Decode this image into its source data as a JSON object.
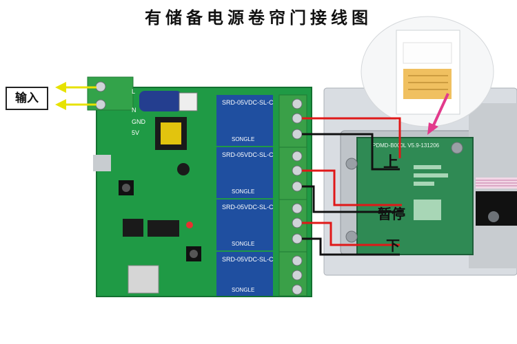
{
  "title": "有储备电源卷帘门接线图",
  "input_label": "输入",
  "terminal_labels": {
    "L": "L",
    "N": "N",
    "GND": "GND",
    "5V": "5V"
  },
  "relay_text": {
    "model": "SRD-05VDC-SL-C",
    "brand": "SONGLE"
  },
  "controller_model": "PDMD-B000L  V5.9-131206",
  "motor_labels": {
    "up": "上",
    "stop": "暂停",
    "down": "下"
  },
  "colors": {
    "board": "#1f9a45",
    "relay": "#1f4fa0",
    "terminal": "#3aa048",
    "wire_red": "#e01818",
    "wire_black": "#111111",
    "arrow": "#e23a8c",
    "input_arrow": "#e7e200"
  }
}
